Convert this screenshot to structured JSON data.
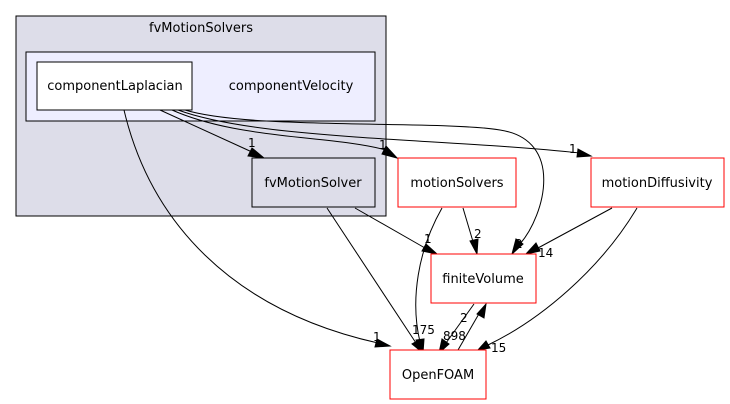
{
  "clusters": {
    "outer_title": "fvMotionSolvers",
    "inner_title": "componentVelocity"
  },
  "nodes": {
    "componentLaplacian": "componentLaplacian",
    "fvMotionSolver": "fvMotionSolver",
    "motionSolvers": "motionSolvers",
    "motionDiffusivity": "motionDiffusivity",
    "finiteVolume": "finiteVolume",
    "OpenFOAM": "OpenFOAM"
  },
  "edges": {
    "cl_fvms": "1",
    "cl_ms": "1",
    "cl_md": "1",
    "cl_fv": "2",
    "cl_of": "1",
    "fvms_fv": "1",
    "fvms_of": "175",
    "ms_fv": "2",
    "ms_of": "",
    "md_fv": "14",
    "md_of": "15",
    "fv_of": "898",
    "of_fv": "2"
  },
  "colors": {
    "outer_cluster_fill": "#dddde9",
    "inner_cluster_fill": "#eeeeff",
    "external_node_border": "#ff0000",
    "edge": "#000000"
  }
}
